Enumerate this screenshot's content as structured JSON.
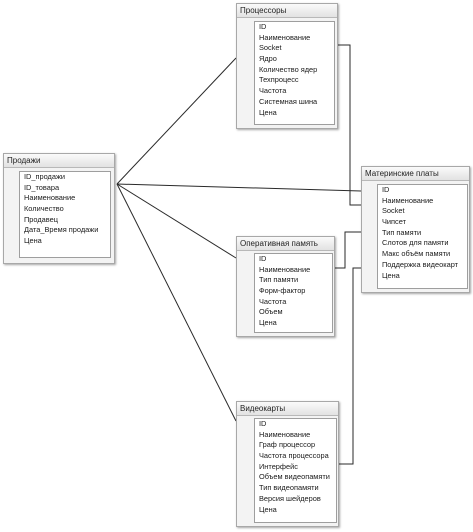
{
  "tables": {
    "prodazhi": {
      "title": "Продажи",
      "fields": [
        "ID_продажи",
        "ID_товара",
        "Наименование",
        "Количество",
        "Продавец",
        "Дата_Время продажи",
        "Цена"
      ]
    },
    "processory": {
      "title": "Процессоры",
      "fields": [
        "ID",
        "Наименование",
        "Socket",
        "Ядро",
        "Количество ядер",
        "Техпроцесс",
        "Частота",
        "Системная шина",
        "Цена"
      ]
    },
    "materinskie": {
      "title": "Материнские платы",
      "fields": [
        "ID",
        "Наименование",
        "Socket",
        "Чипсет",
        "Тип памяти",
        "Слотов для памяти",
        "Макс объём памяти",
        "Поддержка видеокарт",
        "Цена"
      ]
    },
    "operativnaya": {
      "title": "Оперативная память",
      "fields": [
        "ID",
        "Наименование",
        "Тип памяти",
        "Форм-фактор",
        "Частота",
        "Объем",
        "Цена"
      ]
    },
    "videokarty": {
      "title": "Видеокарты",
      "fields": [
        "ID",
        "Наименование",
        "Граф процессор",
        "Частота процессора",
        "Интерфейс",
        "Объем видеопамяти",
        "Тип видеопамяти",
        "Версия шейдеров",
        "Цена"
      ]
    }
  },
  "colors": {
    "line": "#2a2a2a"
  }
}
